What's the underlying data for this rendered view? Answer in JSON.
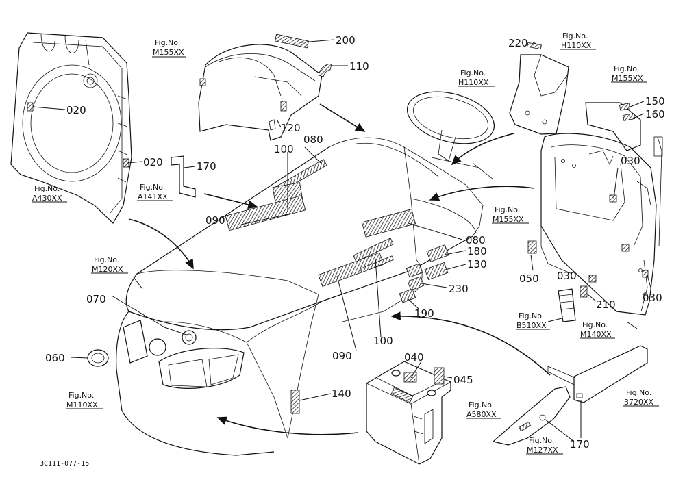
{
  "part_labels": {
    "p020a": "020",
    "p020b": "020",
    "p200": "200",
    "p110": "110",
    "p120": "120",
    "p220": "220",
    "p150": "150",
    "p160": "160",
    "p170a": "170",
    "p100a": "100",
    "p080a": "080",
    "p090a": "090",
    "p030a": "030",
    "p080b": "080",
    "p180": "180",
    "p130": "130",
    "p050": "050",
    "p030b": "030",
    "p030c": "030",
    "p230": "230",
    "p210": "210",
    "p070": "070",
    "p190": "190",
    "p100b": "100",
    "p090b": "090",
    "p060": "060",
    "p040": "040",
    "p045": "045",
    "p140": "140",
    "p170b": "170"
  },
  "fig_refs": {
    "a430": {
      "line1": "Fig.No.",
      "line2": "A430XX"
    },
    "m155a": {
      "line1": "Fig.No.",
      "line2": "M155XX"
    },
    "h110a": {
      "line1": "Fig.No.",
      "line2": "H110XX"
    },
    "h110b": {
      "line1": "Fig.No.",
      "line2": "H110XX"
    },
    "m155b": {
      "line1": "Fig.No.",
      "line2": "M155XX"
    },
    "a141": {
      "line1": "Fig.No.",
      "line2": "A141XX"
    },
    "m155c": {
      "line1": "Fig.No.",
      "line2": "M155XX"
    },
    "m120": {
      "line1": "Fig.No.",
      "line2": "M120XX"
    },
    "b510": {
      "line1": "Fig.No.",
      "line2": "B510XX"
    },
    "m140": {
      "line1": "Fig.No.",
      "line2": "M140XX"
    },
    "m110": {
      "line1": "Fig.No.",
      "line2": "M110XX"
    },
    "a580": {
      "line1": "Fig.No.",
      "line2": "A580XX"
    },
    "f3720": {
      "line1": "Fig.No.",
      "line2": "3720XX"
    },
    "m127": {
      "line1": "Fig.No.",
      "line2": "M127XX"
    }
  },
  "drawing_code": "3C111-077-15"
}
